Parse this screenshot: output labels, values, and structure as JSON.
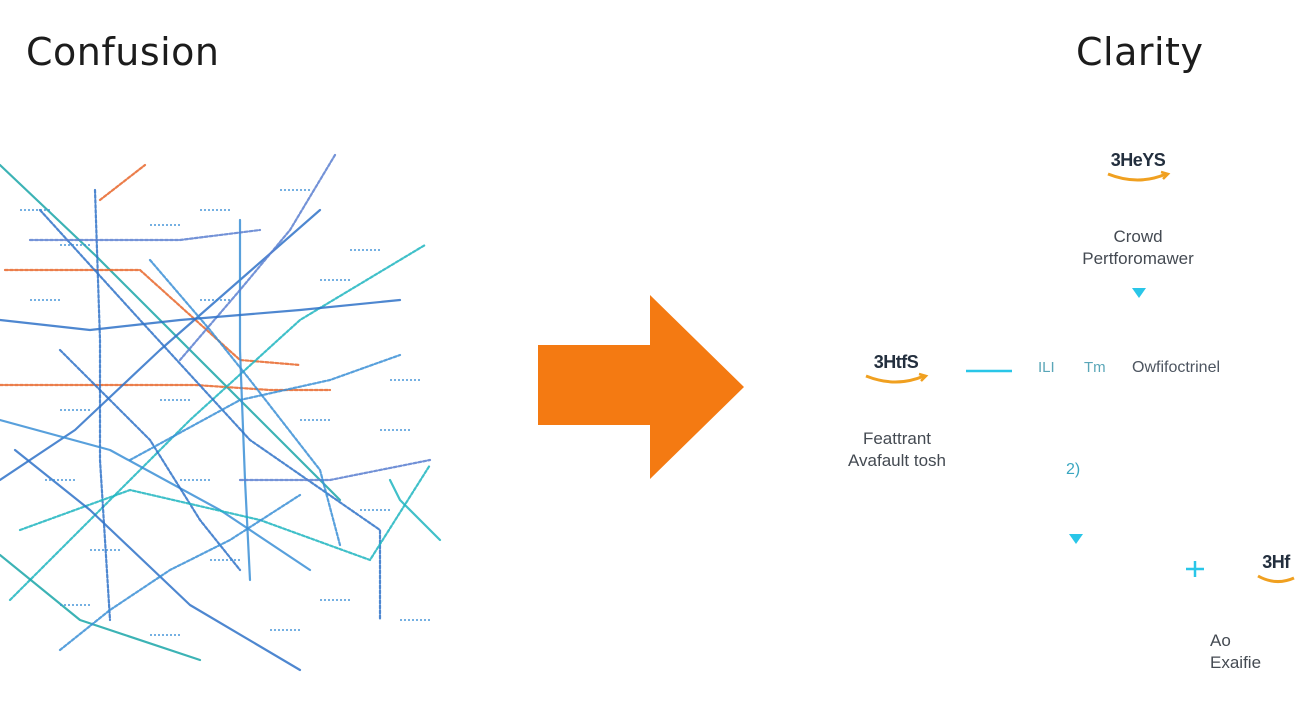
{
  "headings": {
    "left": "Confusion",
    "right": "Clarity"
  },
  "clarity": {
    "top": {
      "logo": "3HeYS",
      "caption": [
        "Crowd",
        "Pertforomawer"
      ]
    },
    "middle": {
      "logo": "3HtfS",
      "caption": [
        "Feattrant",
        "Avafault tosh"
      ]
    },
    "right": {
      "logo": "3Hf",
      "caption": [
        "Ao",
        "Exaifie"
      ]
    },
    "connector_labels": {
      "small_1": "ILI",
      "small_2": "Tm",
      "label": "Owfifoctrinel",
      "number": "2)"
    }
  },
  "colors": {
    "arrow": "#f47a12",
    "logo_smile": "#f0a020",
    "connector": "#29c6e8",
    "tangle_lines": [
      "#2f72c8",
      "#3b8fd6",
      "#1aa6a8",
      "#1fb5c0",
      "#e8662a",
      "#5a7fd0"
    ]
  }
}
